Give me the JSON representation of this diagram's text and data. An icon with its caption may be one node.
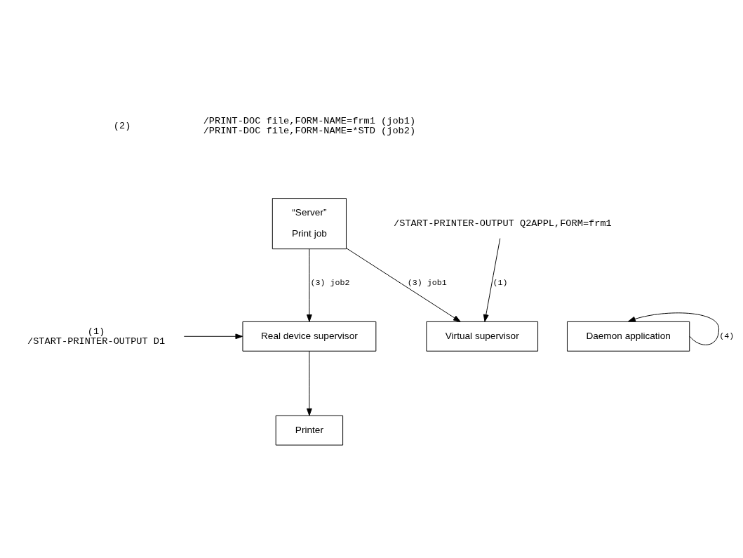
{
  "diagram": {
    "nodes": [
      {
        "text": [
          "“Server”",
          "Print job"
        ]
      },
      {
        "text": [
          "Real device supervisor"
        ]
      },
      {
        "text": [
          "Virtual supervisor"
        ]
      },
      {
        "text": [
          "Daemon application"
        ]
      },
      {
        "text": [
          "Printer"
        ]
      },
      {
        "text": [
          "(1)",
          "/START-PRINTER-OUTPUT D1"
        ]
      },
      {
        "text": [
          "/START-PRINTER-OUTPUT Q2APPL,FORM=frm1"
        ]
      }
    ],
    "edges": [
      {
        "from": 0,
        "to": 1,
        "arrow": "to",
        "label": "(3) job2"
      },
      {
        "from": 0,
        "to": 2,
        "arrow": "to",
        "label": "(3) job1"
      },
      {
        "from": 6,
        "to": 2,
        "arrow": "to",
        "label": "(1)"
      },
      {
        "from": 3,
        "to": 3,
        "arrow": "to",
        "label": "(4)"
      },
      {
        "from": 5,
        "to": 1,
        "arrow": "to"
      },
      {
        "from": 1,
        "to": 4,
        "arrow": "to"
      }
    ],
    "labels": [
      "(2)",
      "/PRINT-DOC file,FORM-NAME=frm1 (job1)",
      "/PRINT-DOC file,FORM-NAME=*STD (job2)"
    ]
  }
}
